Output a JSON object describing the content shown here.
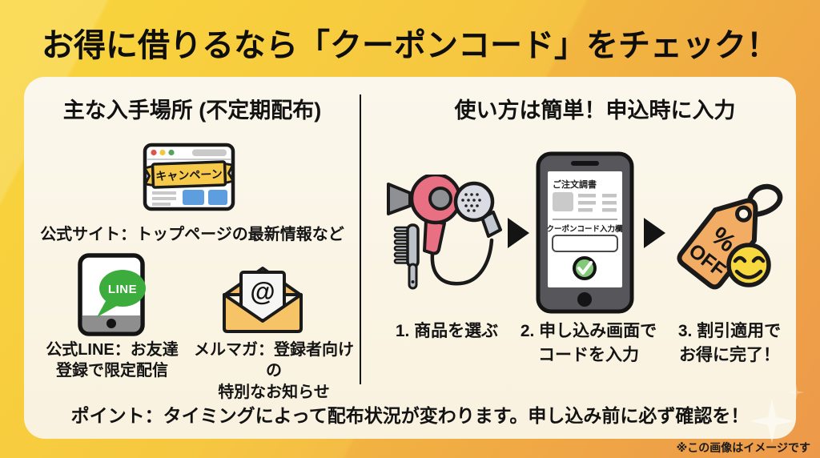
{
  "title": "お得に借りるなら「クーポンコード」をチェック！",
  "colors": {
    "background_yellow": "#F9D63B",
    "background_orange": "#EE9C50",
    "card_cream": "#FAF5E7",
    "line_green": "#3CAC3D",
    "ribbon_yellow": "#F7C94B",
    "link_blue": "#5E9EDF",
    "envelope_orange": "#F6C367",
    "dryer_pink": "#E96F82",
    "tag_orange": "#F2AC63",
    "smiley_yellow": "#F8D83F",
    "check_green": "#83C979",
    "text_black": "#141414"
  },
  "left_panel": {
    "heading": "主な入手場所 (不定期配布)",
    "banner_label": "キャンペーン",
    "site_caption": "公式サイト：トップページの最新情報など",
    "line_bubble_label": "LINE",
    "line_caption_line1": "公式LINE：お友達",
    "line_caption_line2": "登録で限定配信",
    "mail_at_symbol": "@",
    "mail_caption_line1": "メルマガ：登録者向けの",
    "mail_caption_line2": "特別なお知らせ"
  },
  "right_panel": {
    "heading": "使い方は簡単！申込時に入力",
    "order_screen": {
      "form_title": "ご注文調書",
      "coupon_field_label": "クーポンコード入力欄"
    },
    "discount_tag": {
      "percent_label": "%",
      "off_label": "OFF"
    },
    "steps": [
      {
        "line1": "1. 商品を選ぶ",
        "line2": ""
      },
      {
        "line1": "2. 申し込み画面で",
        "line2": "コードを入力"
      },
      {
        "line1": "3. 割引適用で",
        "line2": "お得に完了！"
      }
    ]
  },
  "footer": {
    "note": "ポイント：タイミングによって配布状況が変わります。申し込み前に必ず確認を！",
    "disclaimer": "※この画像はイメージです"
  }
}
